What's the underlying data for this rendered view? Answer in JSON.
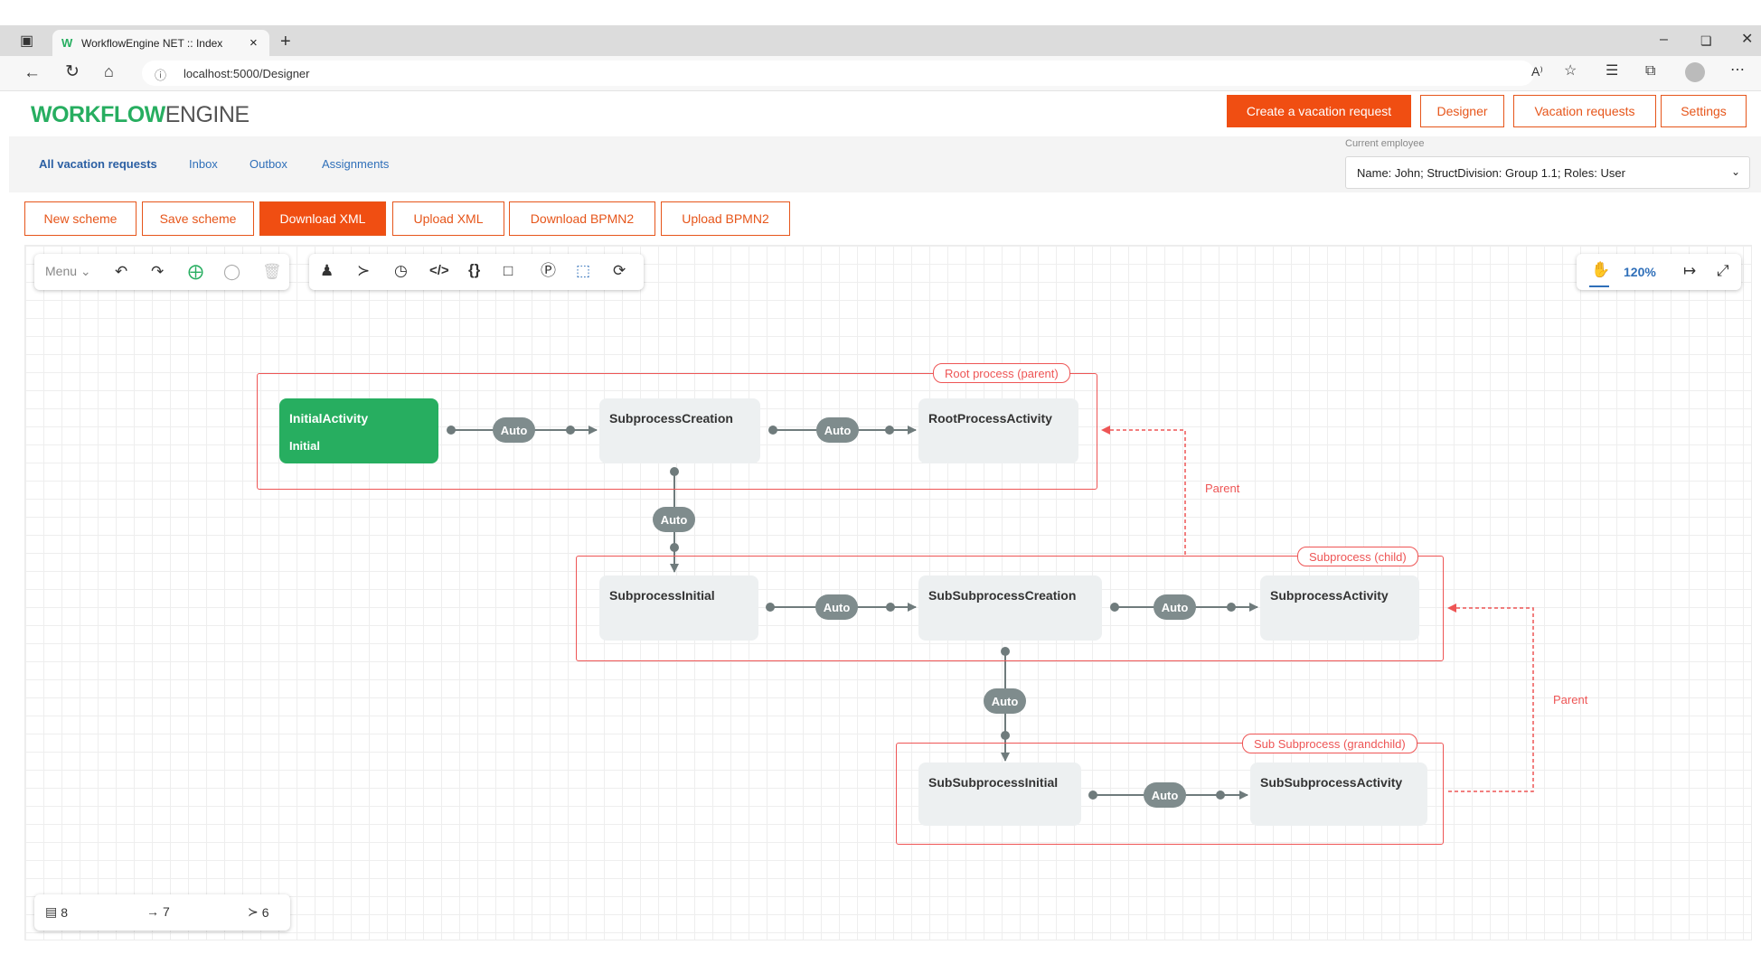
{
  "browser": {
    "tab_title": "WorkflowEngine NET :: Index",
    "url": "localhost:5000/Designer"
  },
  "app": {
    "logo_bold": "WORKFLOW",
    "logo_light": "ENGINE",
    "header_buttons": [
      "Create a vacation request",
      "Designer",
      "Vacation requests",
      "Settings"
    ],
    "nav": [
      "All vacation requests",
      "Inbox",
      "Outbox",
      "Assignments"
    ],
    "employee_label": "Current employee",
    "employee_value": "Name: John; StructDivision: Group 1.1; Roles: User"
  },
  "scheme_buttons": [
    "New scheme",
    "Save scheme",
    "Download XML",
    "Upload XML",
    "Download BPMN2",
    "Upload BPMN2"
  ],
  "toolbar": {
    "menu_label": "Menu",
    "zoom": "120%"
  },
  "diagram": {
    "groups": [
      "Root process (parent)",
      "Subprocess (child)",
      "Sub Subprocess (grandchild)"
    ],
    "activities": [
      "InitialActivity",
      "SubprocessCreation",
      "RootProcessActivity",
      "SubprocessInitial",
      "SubSubprocessCreation",
      "SubprocessActivity",
      "SubSubprocessInitial",
      "SubSubprocessActivity"
    ],
    "initial_state": "Initial",
    "transition_label": "Auto",
    "parent_label": "Parent",
    "colors": {
      "initial": "#27ae60",
      "group": "#e55555",
      "pill": "#7f8c8d",
      "accent": "#f04e12"
    }
  },
  "status": {
    "activities_count": "8",
    "transitions_count": "7",
    "commands_count": "6"
  }
}
